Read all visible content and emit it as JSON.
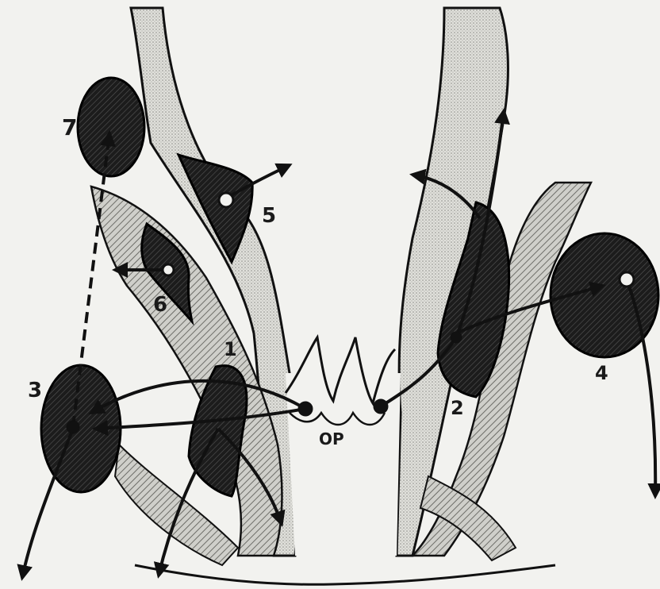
{
  "diagram": {
    "colors": {
      "background": "#f2f2ef",
      "ink": "#111111",
      "stipple": "#9a9a96",
      "light_tissue": "#e4e4df"
    },
    "labels": {
      "n1": "1",
      "n2": "2",
      "n3": "3",
      "n4": "4",
      "n5": "5",
      "n6": "6",
      "n7": "7",
      "op": "OP"
    }
  }
}
